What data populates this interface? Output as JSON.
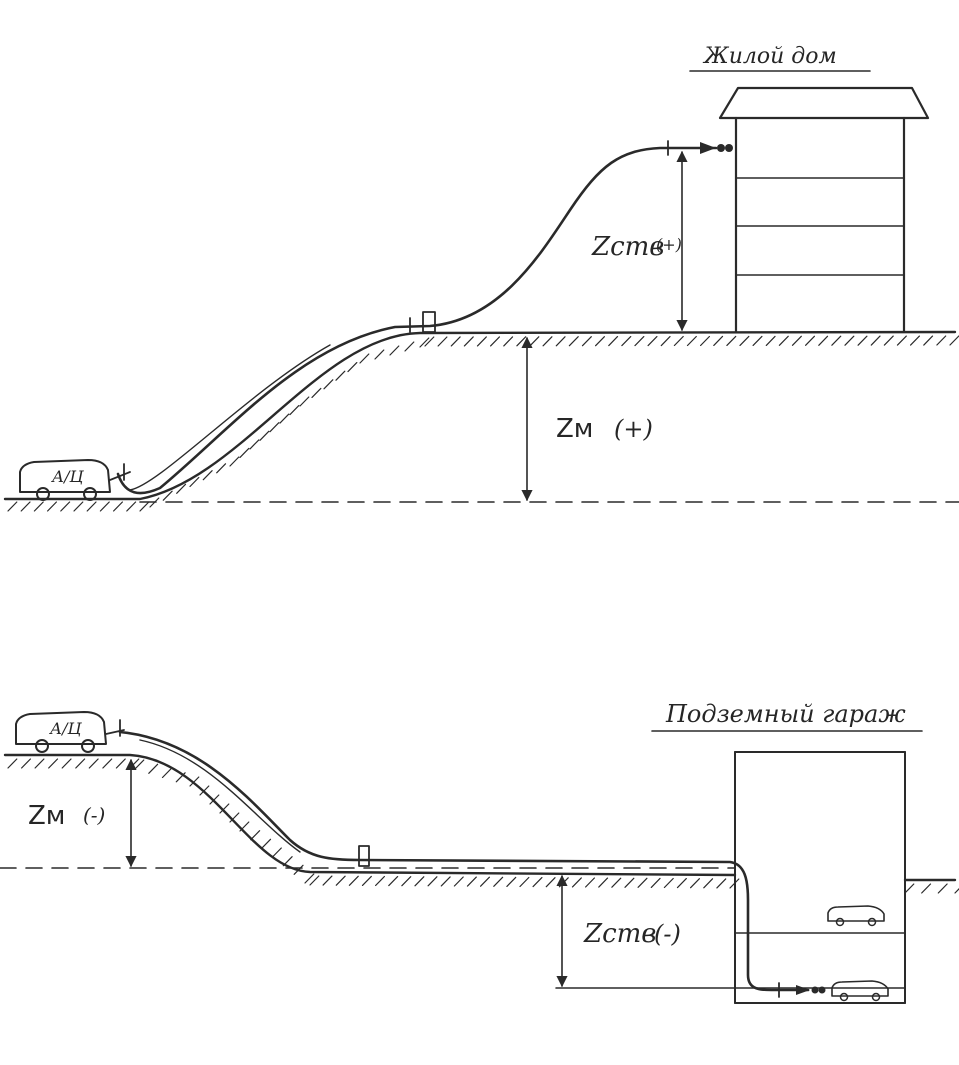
{
  "top_scene": {
    "building_title": "Жилой дом",
    "truck_label": "А/Ц",
    "label_zstv": "Zств",
    "label_zstv_sign": "(+)",
    "label_zm": "Zм",
    "label_zm_sign": "(+)"
  },
  "bottom_scene": {
    "garage_title": "Подземный гараж",
    "truck_label": "А/Ц",
    "label_zm": "Zм",
    "label_zm_sign": "(-)",
    "label_zstv": "Zств",
    "label_zstv_sign": "(-)"
  },
  "colors": {
    "ink": "#2a2a2a",
    "paper": "#ffffff"
  }
}
